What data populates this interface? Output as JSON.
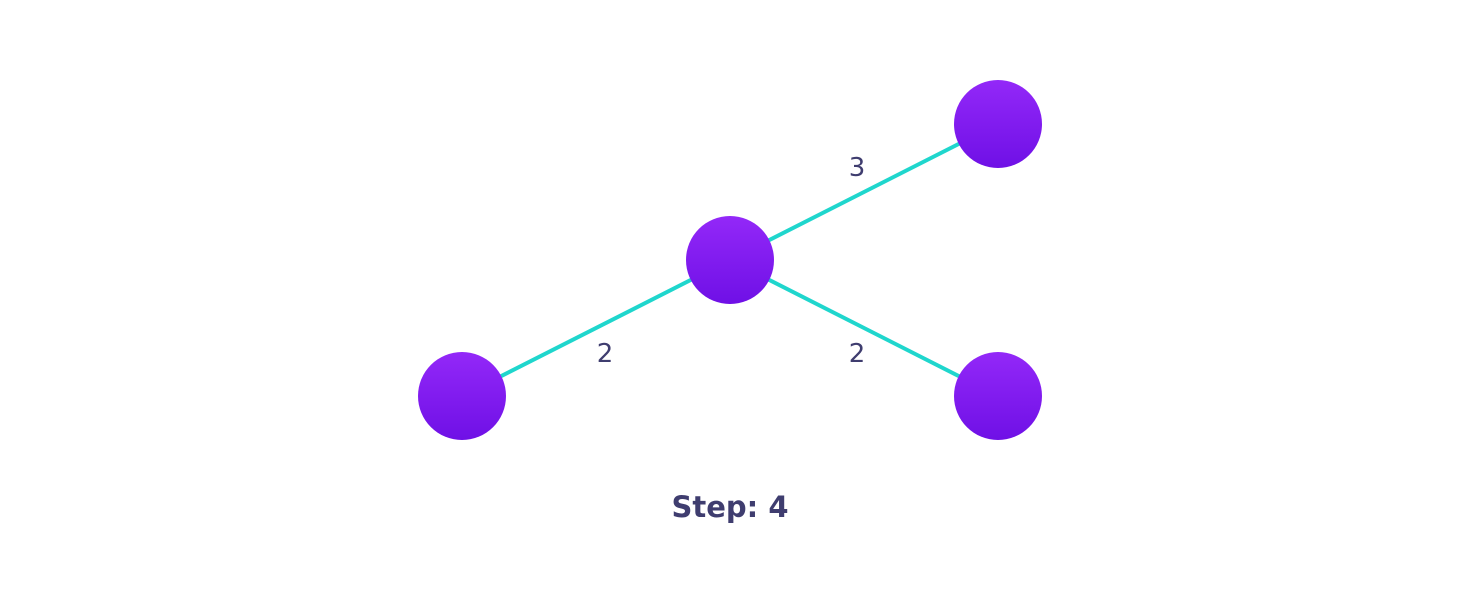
{
  "graph": {
    "nodes": [
      {
        "id": "center"
      },
      {
        "id": "top-right"
      },
      {
        "id": "bottom-left"
      },
      {
        "id": "bottom-right"
      }
    ],
    "edges": [
      {
        "from": "center",
        "to": "top-right",
        "weight": "3"
      },
      {
        "from": "center",
        "to": "bottom-left",
        "weight": "2"
      },
      {
        "from": "center",
        "to": "bottom-right",
        "weight": "2"
      }
    ]
  },
  "step_text": "Step: 4",
  "colors": {
    "node_top": "#9328f8",
    "node_bottom": "#6f10e6",
    "edge": "#1fd6cd",
    "text": "#3f3d6f"
  }
}
